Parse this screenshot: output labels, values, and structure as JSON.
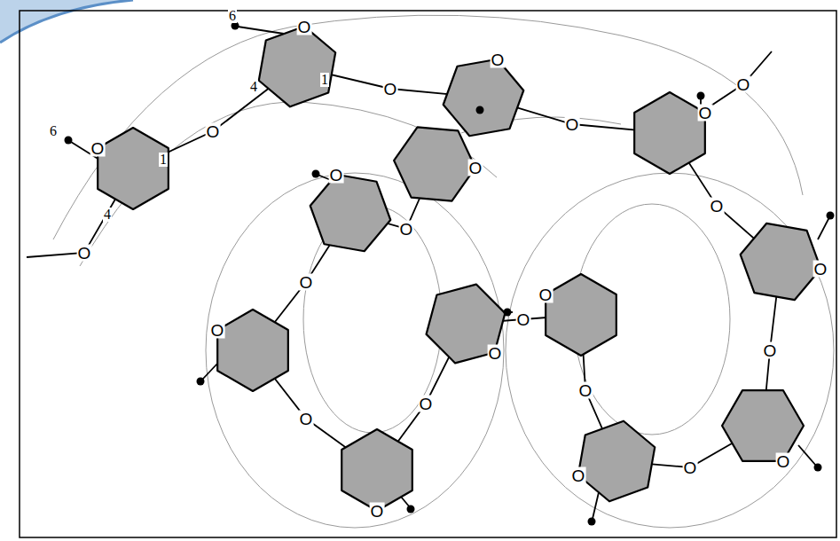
{
  "diagram": {
    "labels": [
      "6",
      "6",
      "4",
      "1",
      "1",
      "4",
      "O",
      "O",
      "O",
      "O",
      "O",
      "O",
      "O",
      "O",
      "O",
      "O",
      "O",
      "O",
      "O",
      "O",
      "O",
      "O",
      "O",
      "O",
      "O",
      "O",
      "O",
      "O",
      "O",
      "O",
      "O",
      "O",
      "O"
    ]
  }
}
